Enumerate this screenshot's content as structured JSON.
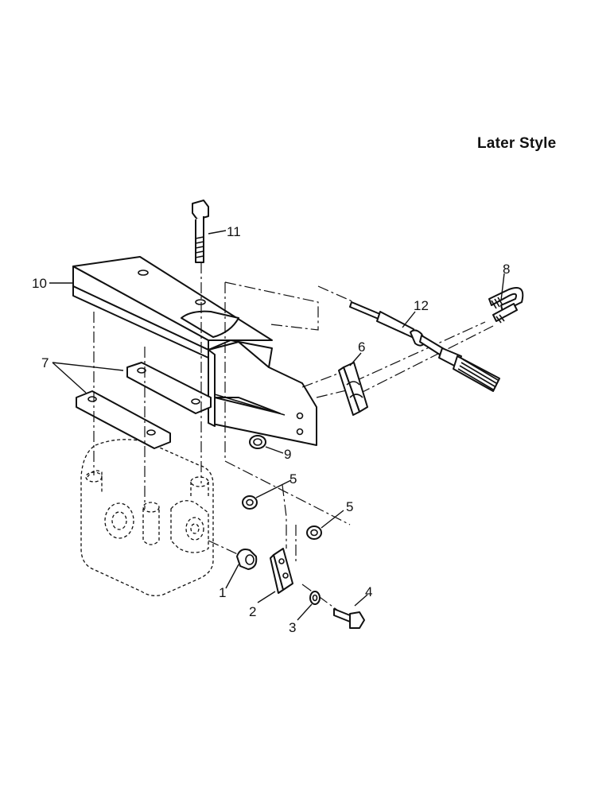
{
  "title": "Later Style",
  "callouts": {
    "c1": "1",
    "c2": "2",
    "c3": "3",
    "c4": "4",
    "c5a": "5",
    "c5b": "5",
    "c6": "6",
    "c7": "7",
    "c8": "8",
    "c9": "9",
    "c10": "10",
    "c11": "11",
    "c12": "12"
  }
}
